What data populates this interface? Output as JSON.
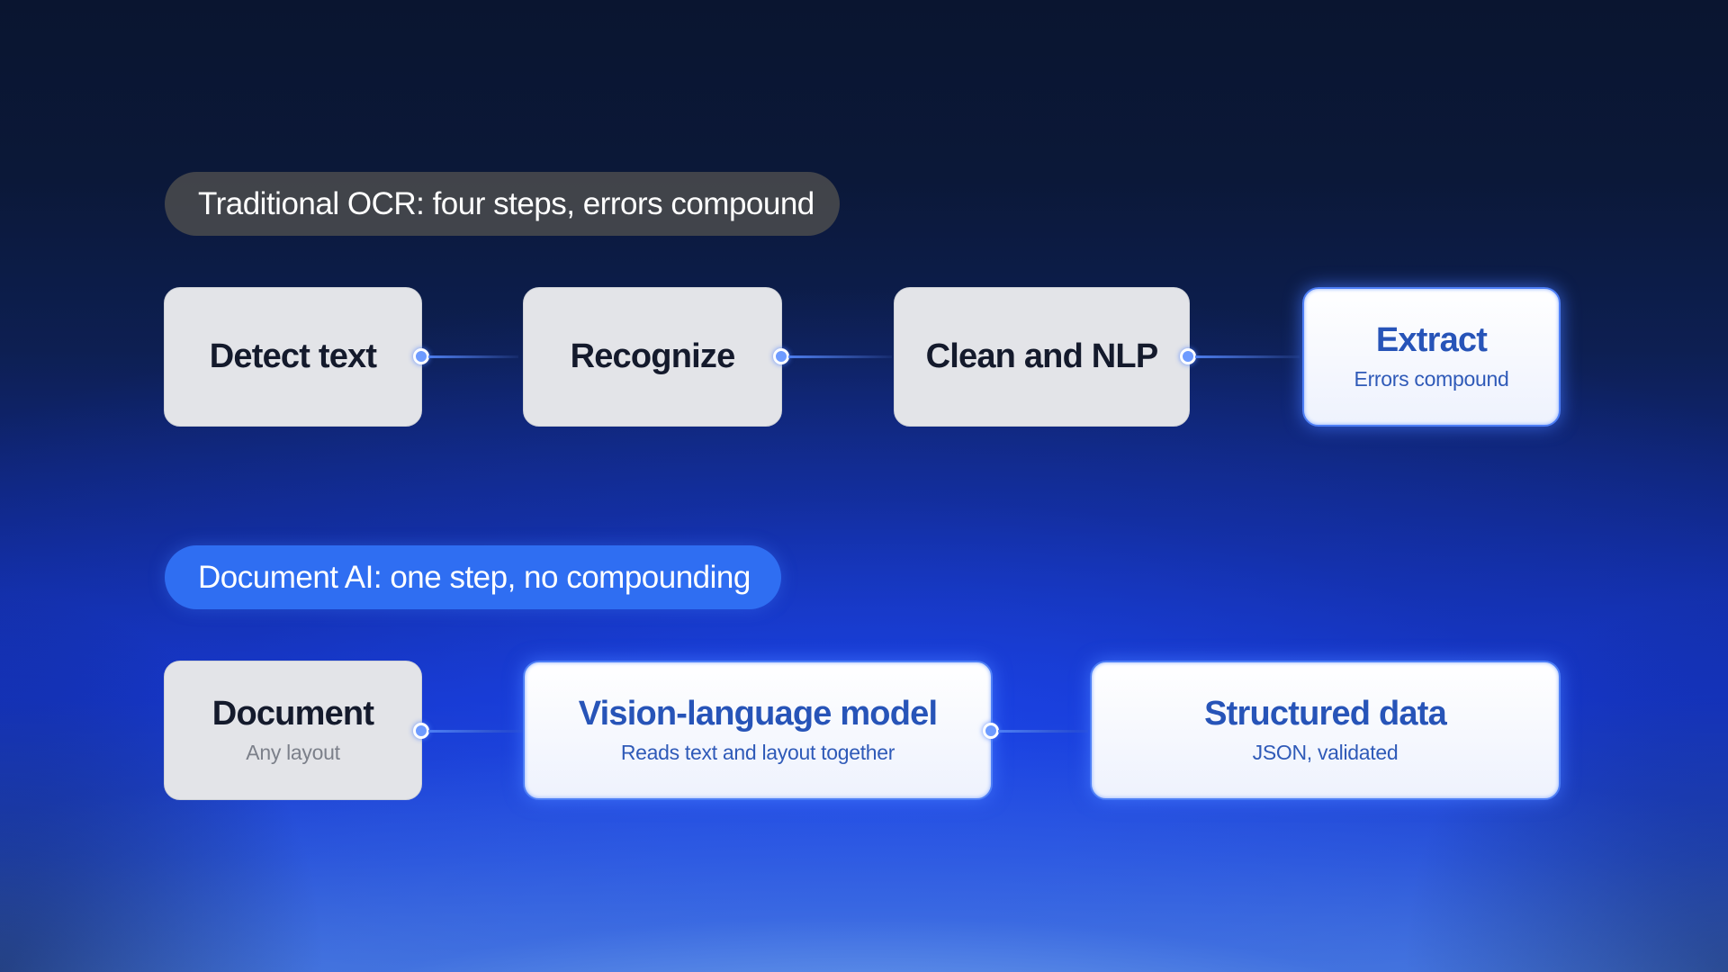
{
  "traditional": {
    "label": "Traditional OCR: four steps, errors compound",
    "steps": [
      {
        "title": "Detect text",
        "subtitle": ""
      },
      {
        "title": "Recognize",
        "subtitle": ""
      },
      {
        "title": "Clean and NLP",
        "subtitle": ""
      },
      {
        "title": "Extract",
        "subtitle": "Errors compound"
      }
    ]
  },
  "document_ai": {
    "label": "Document AI: one step, no compounding",
    "steps": [
      {
        "title": "Document",
        "subtitle": "Any layout"
      },
      {
        "title": "Vision-language model",
        "subtitle": "Reads text and layout together"
      },
      {
        "title": "Structured data",
        "subtitle": "JSON, validated"
      }
    ]
  },
  "colors": {
    "traditional_pill": "#46484c",
    "document_ai_pill": "#2f6ef2",
    "gray_box": "#e3e4e8",
    "highlight_text": "#2754b8",
    "connector_dot": "#6e9bff"
  }
}
